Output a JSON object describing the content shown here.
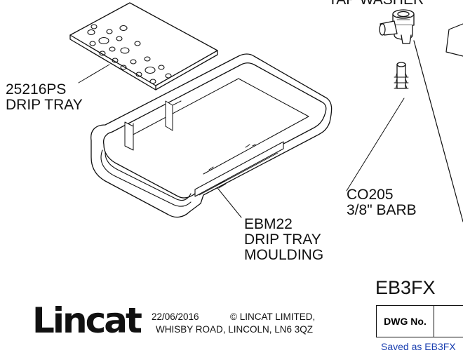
{
  "top_fragment": "TAP WASHER",
  "callouts": {
    "drip_tray": {
      "part_no": "25216PS",
      "name": "DRIP TRAY"
    },
    "moulding": {
      "part_no": "EBM22",
      "line1": "DRIP TRAY",
      "line2": "MOULDING"
    },
    "barb": {
      "part_no": "CO205",
      "name": "3/8\" BARB"
    }
  },
  "title_block": {
    "logo": "Lincat",
    "date_line": "22/06/2016",
    "copyright": "© LINCAT LIMITED,",
    "address": "WHISBY ROAD,  LINCOLN,   LN6 3QZ",
    "model": "EB3FX",
    "dwg_label": "DWG No.",
    "saved_as": "Saved as EB3FX"
  },
  "colors": {
    "line": "#111111",
    "saved_text": "#1a3fb0"
  }
}
